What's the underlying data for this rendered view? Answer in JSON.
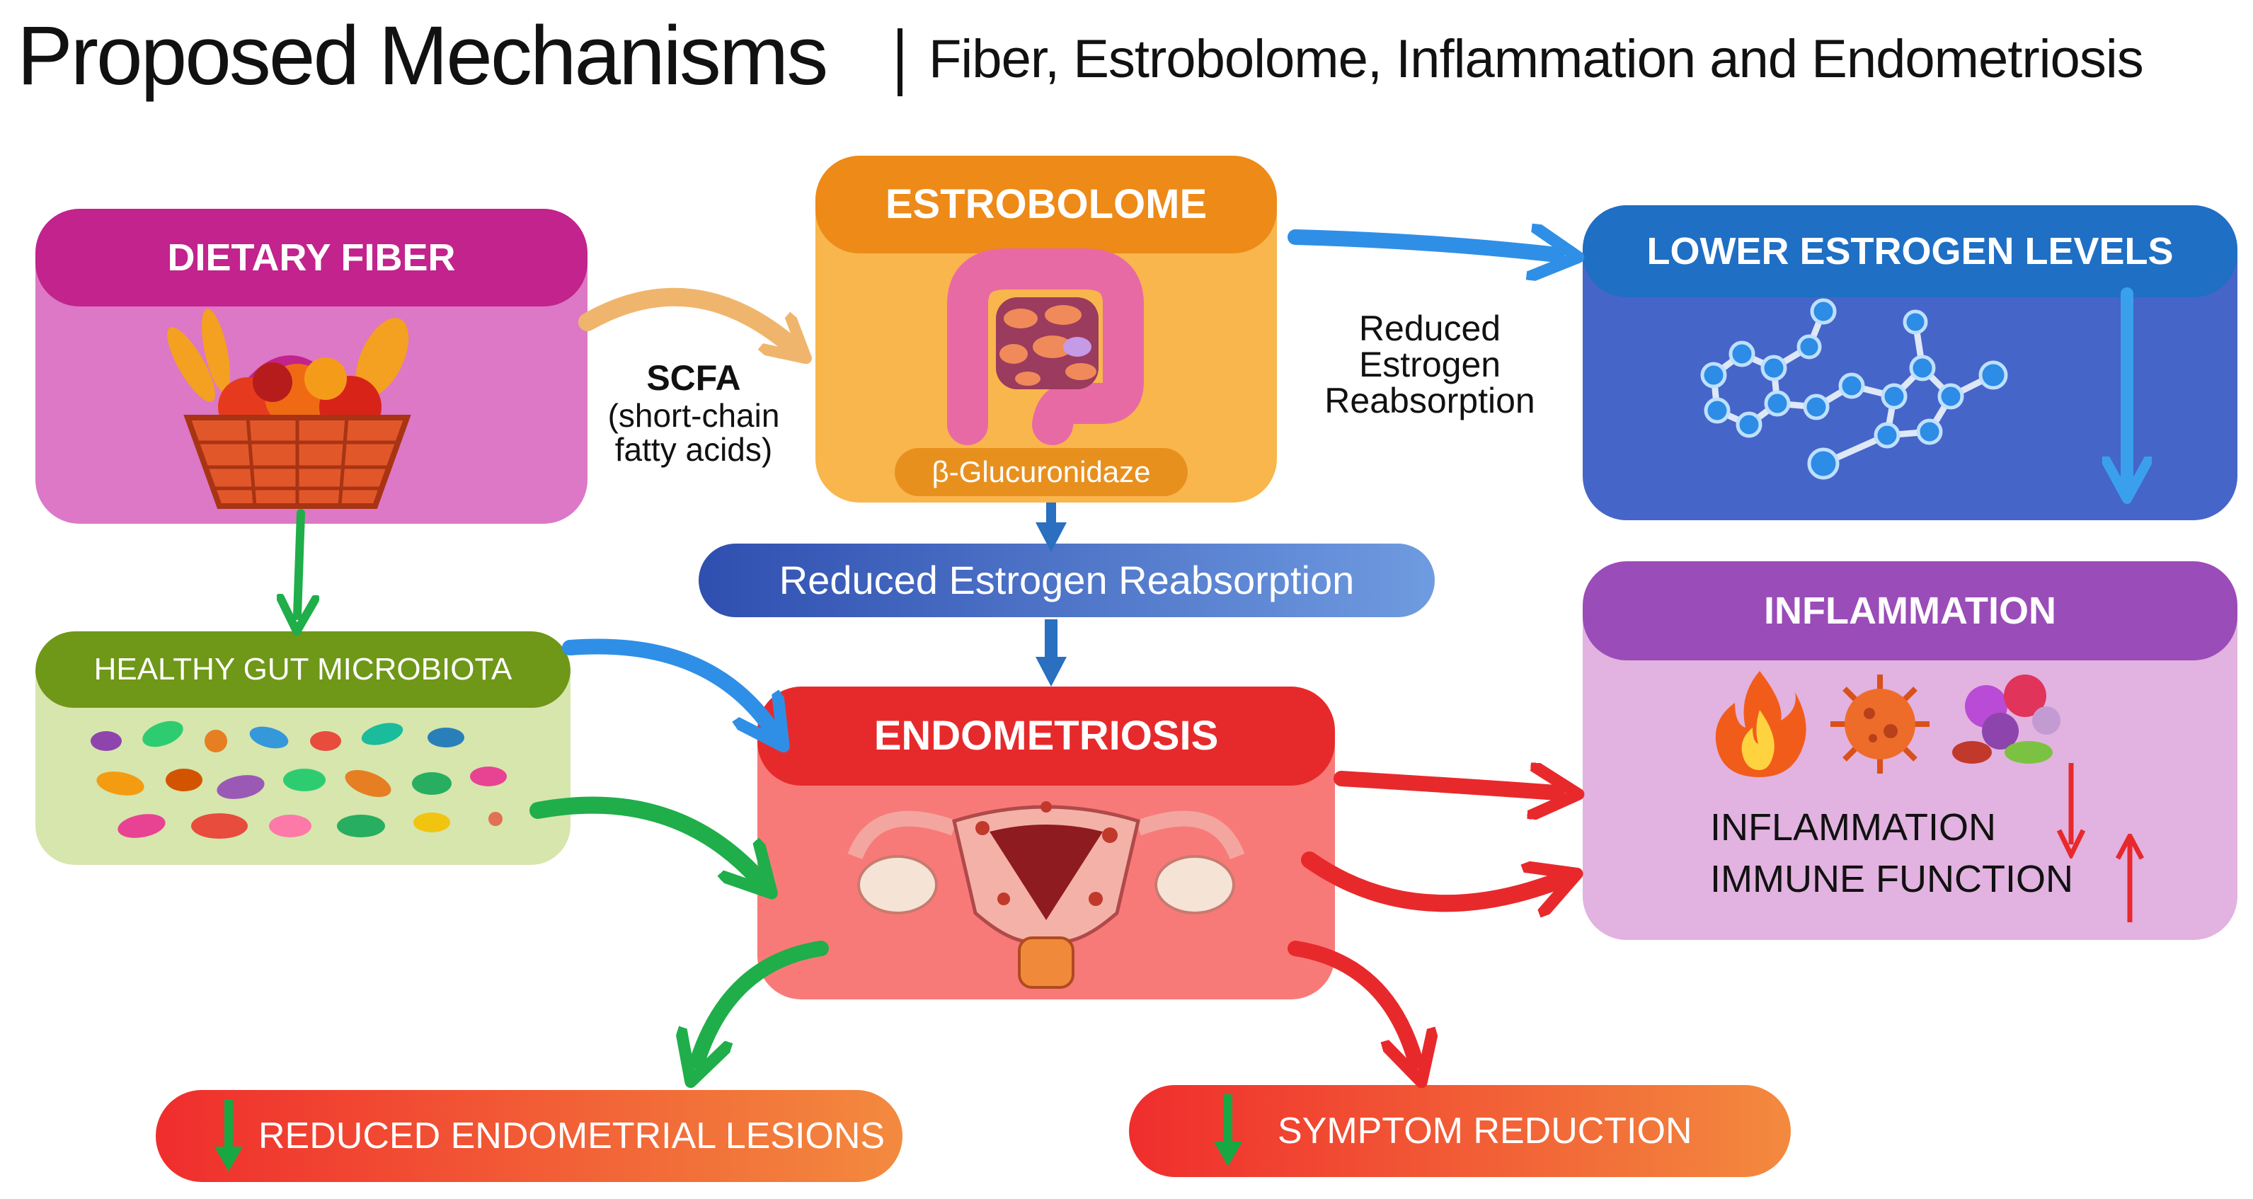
{
  "title": {
    "main": "Proposed Mechanisms",
    "sub": "Fiber, Estrobolome, Inflammation and Endometriosis"
  },
  "nodes": {
    "dietary_fiber": {
      "title": "DIETARY FIBER",
      "color": "#c2238c",
      "body": "#dc78c6"
    },
    "estrobolome": {
      "title": "ESTROBOLOME",
      "enzyme": "β-Glucuronidaze",
      "color": "#ed8a18",
      "body": "#f9b64c"
    },
    "lower_estrogen": {
      "title": "LOWER ESTROGEN LEVELS",
      "color": "#1f6fc4",
      "body": "#4565c9"
    },
    "gut_microbiota": {
      "title": "HEALTHY GUT MICROBIOTA",
      "color": "#6f9718",
      "body": "#d6e6ad"
    },
    "endometriosis": {
      "title": "ENDOMETRIOSIS",
      "color": "#e62a2c",
      "body": "#f87a78"
    },
    "inflammation": {
      "title": "INFLAMMATION",
      "color": "#9a4cb8",
      "body": "#e2b2e0",
      "line1": "INFLAMMATION",
      "line2": "IMMUNE FUNCTION"
    }
  },
  "labels": {
    "scfa_bold": "SCFA",
    "scfa_line2": "(short-chain",
    "scfa_line3": "fatty acids)",
    "reduced_line1": "Reduced",
    "reduced_line2": "Estrogen",
    "reduced_line3": "Reabsorption",
    "reabsorption_pill": "Reduced Estrogen Reabsorption"
  },
  "outcomes": {
    "lesions": "REDUCED ENDOMETRIAL LESIONS",
    "symptoms": "SYMPTOM REDUCTION"
  },
  "icons": [
    "fruit-basket-icon",
    "intestine-icon",
    "estrogen-molecule-icon",
    "bacteria-icon",
    "uterus-icon",
    "fire-icon",
    "virus-icon",
    "immune-cells-icon",
    "down-arrow-icon",
    "up-arrow-icon"
  ],
  "colors": {
    "blue_arrow": "#2f8fe6",
    "green_arrow": "#1fae4a",
    "red_arrow": "#e8292c",
    "orange_arrow": "#f0b56c",
    "dark_blue_arrow": "#2a6fc0"
  }
}
